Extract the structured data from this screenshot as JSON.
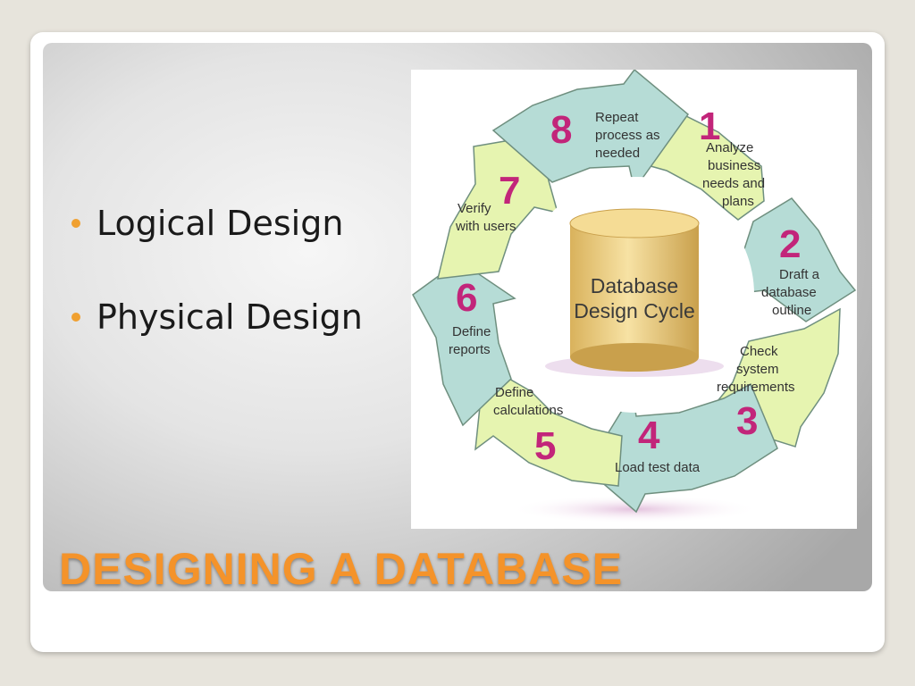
{
  "slide": {
    "title": "DESIGNING A DATABASE",
    "bullets": [
      "Logical Design",
      "Physical Design"
    ],
    "accent_color": "#f4932a"
  },
  "diagram": {
    "center_label_line1": "Database",
    "center_label_line2": "Design Cycle",
    "steps": [
      {
        "number": "1",
        "lines": [
          "Analyze",
          "business",
          "needs and",
          "plans"
        ]
      },
      {
        "number": "2",
        "lines": [
          "Draft a",
          "database",
          "outline"
        ]
      },
      {
        "number": "3",
        "lines": [
          "Check",
          "system",
          "requirements"
        ]
      },
      {
        "number": "4",
        "lines": [
          "Load test data"
        ]
      },
      {
        "number": "5",
        "lines": [
          "Define",
          "calculations"
        ]
      },
      {
        "number": "6",
        "lines": [
          "Define",
          "reports"
        ]
      },
      {
        "number": "7",
        "lines": [
          "Verify",
          "with users"
        ]
      },
      {
        "number": "8",
        "lines": [
          "Repeat",
          "process as",
          "needed"
        ]
      }
    ],
    "number_color": "#c2257a",
    "arrow_light": "#e6f4b0",
    "arrow_teal": "#b6dcd6"
  }
}
